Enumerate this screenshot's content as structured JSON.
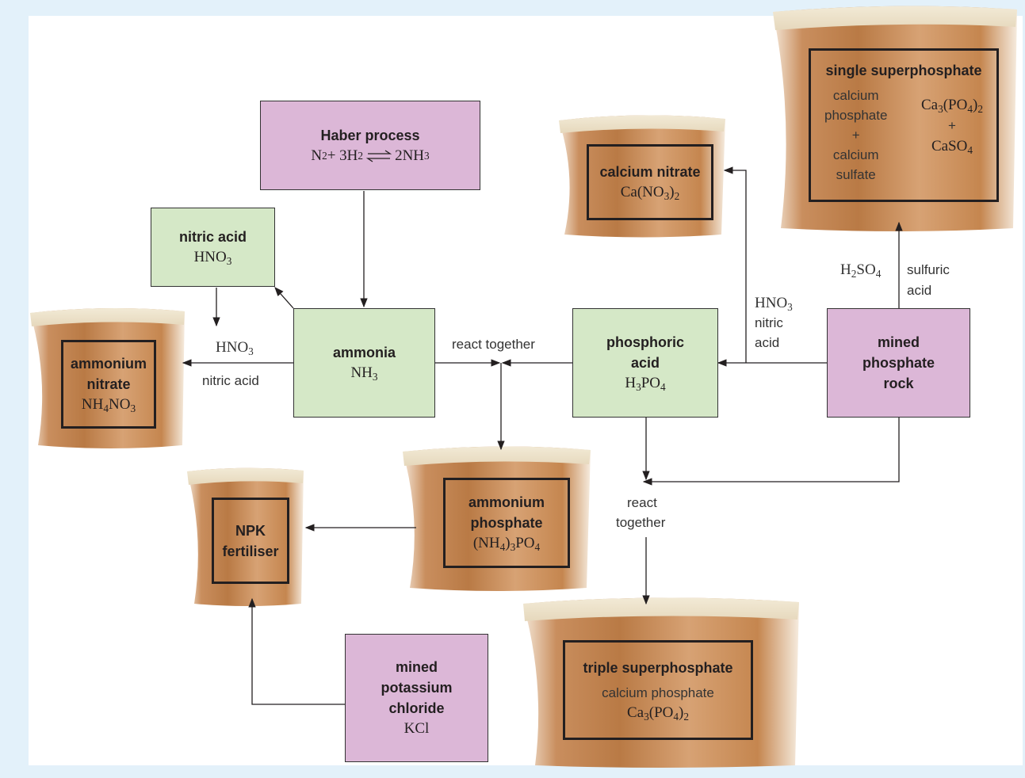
{
  "haber": {
    "title": "Haber process",
    "eq_a": "N",
    "eq_a_sub": "2",
    "eq_b": " + 3H",
    "eq_b_sub": "2",
    "eq_c": "2NH",
    "eq_c_sub": "3"
  },
  "nitric_acid": {
    "title": "nitric acid",
    "f": "HNO",
    "f_sub": "3"
  },
  "ammonia": {
    "title": "ammonia",
    "f": "NH",
    "f_sub": "3"
  },
  "phosphoric_acid": {
    "title1": "phosphoric",
    "title2": "acid",
    "f_a": "H",
    "f_a_sub": "3",
    "f_b": "PO",
    "f_b_sub": "4"
  },
  "mined_rock": {
    "l1": "mined",
    "l2": "phosphate",
    "l3": "rock"
  },
  "mined_kcl": {
    "l1": "mined",
    "l2": "potassium",
    "l3": "chloride",
    "f": "KCl"
  },
  "calcium_nitrate": {
    "title": "calcium nitrate",
    "f_a": "Ca(NO",
    "f_a_sub": "3",
    "f_b": ")",
    "f_b_sub": "2"
  },
  "single_super": {
    "title": "single superphosphate",
    "l_a1": "calcium",
    "l_a2": "phosphate",
    "plus": "+",
    "l_b1": "calcium",
    "l_b2": "sulfate",
    "f1_a": "Ca",
    "f1_a_sub": "3",
    "f1_b": "(PO",
    "f1_b_sub": "4",
    "f1_c": ")",
    "f1_c_sub": "2",
    "f2": "CaSO",
    "f2_sub": "4"
  },
  "ammonium_nitrate": {
    "l1": "ammonium",
    "l2": "nitrate",
    "f_a": "NH",
    "f_a_sub": "4",
    "f_b": "NO",
    "f_b_sub": "3"
  },
  "ammonium_phosphate": {
    "l1": "ammonium",
    "l2": "phosphate",
    "f_a": "(NH",
    "f_a_sub": "4",
    "f_b": ")",
    "f_b_sub": "3",
    "f_c": "PO",
    "f_c_sub": "4"
  },
  "npk": {
    "l1": "NPK",
    "l2": "fertiliser"
  },
  "triple_super": {
    "title": "triple superphosphate",
    "l1": "calcium phosphate",
    "f_a": "Ca",
    "f_a_sub": "3",
    "f_b": "(PO",
    "f_b_sub": "4",
    "f_c": ")",
    "f_c_sub": "2"
  },
  "labels": {
    "hno3_a": "HNO",
    "hno3_a_sub": "3",
    "nitric_acid_a": "nitric acid",
    "react_together": "react together",
    "hno3_b": "HNO",
    "hno3_b_sub": "3",
    "nitric_b": "nitric",
    "acid_b": "acid",
    "h2so4_a": "H",
    "h2so4_a_sub": "2",
    "h2so4_b": "SO",
    "h2so4_b_sub": "4",
    "sulfuric": "sulfuric",
    "acid_c": "acid",
    "react2": "react",
    "together2": "together"
  },
  "colors": {
    "frame": "#e3f1fa",
    "process_box": "#dcb7d7",
    "intermediate_box": "#d5e8c7",
    "bag": "#c98c5a"
  }
}
